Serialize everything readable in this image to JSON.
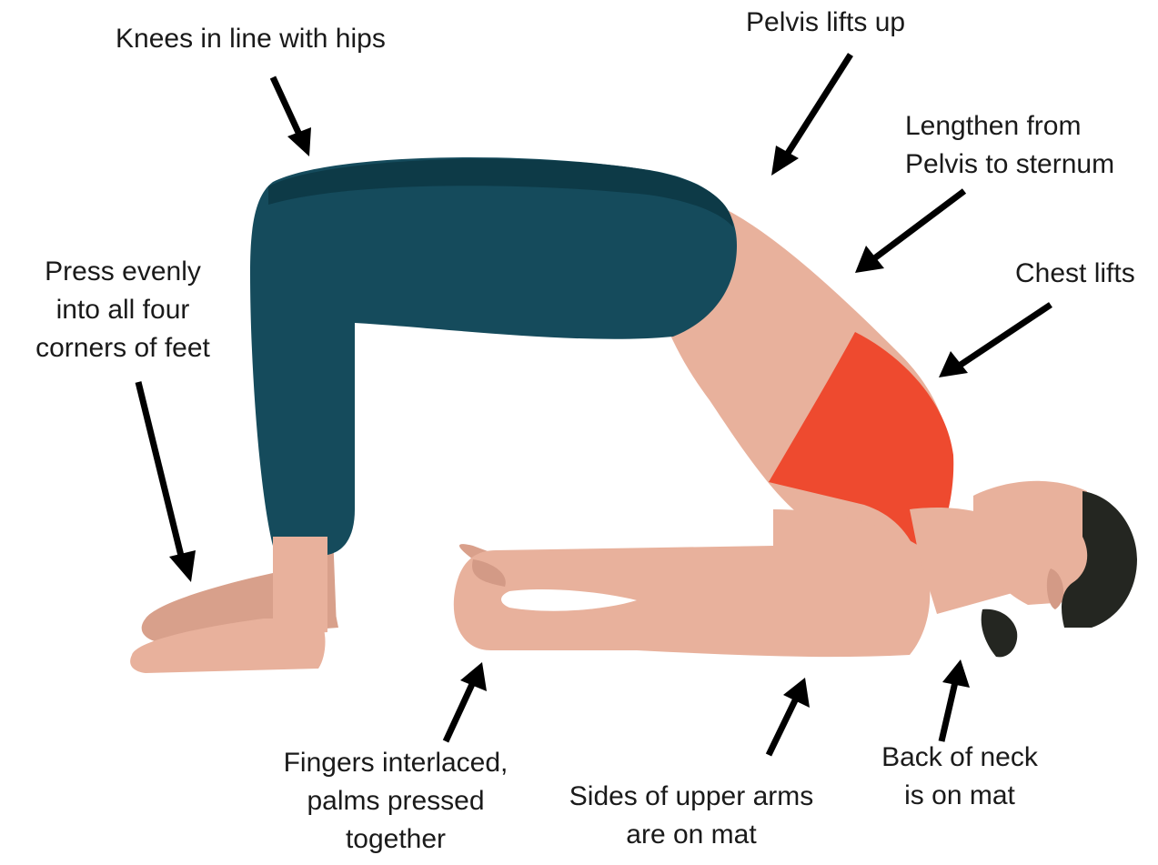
{
  "labels": {
    "knees": [
      "Knees in line with hips"
    ],
    "pelvis": [
      "Pelvis lifts up"
    ],
    "lengthen": [
      "Lengthen from",
      "Pelvis to sternum"
    ],
    "press": [
      "Press evenly",
      "into all four",
      "corners of  feet"
    ],
    "chest": [
      "Chest lifts"
    ],
    "fingers": [
      "Fingers interlaced,",
      "palms pressed",
      "together"
    ],
    "arms": [
      "Sides of upper arms",
      "are on mat"
    ],
    "neck": [
      "Back of neck",
      "is on mat"
    ]
  },
  "colors": {
    "skin": "#e8b19c",
    "skin_shadow": "#d39a86",
    "leggings": "#154b5c",
    "leggings_dark": "#0d3a47",
    "top": "#ee4a2f",
    "hair": "#242621",
    "arrow": "#000000",
    "background": "#ffffff"
  }
}
